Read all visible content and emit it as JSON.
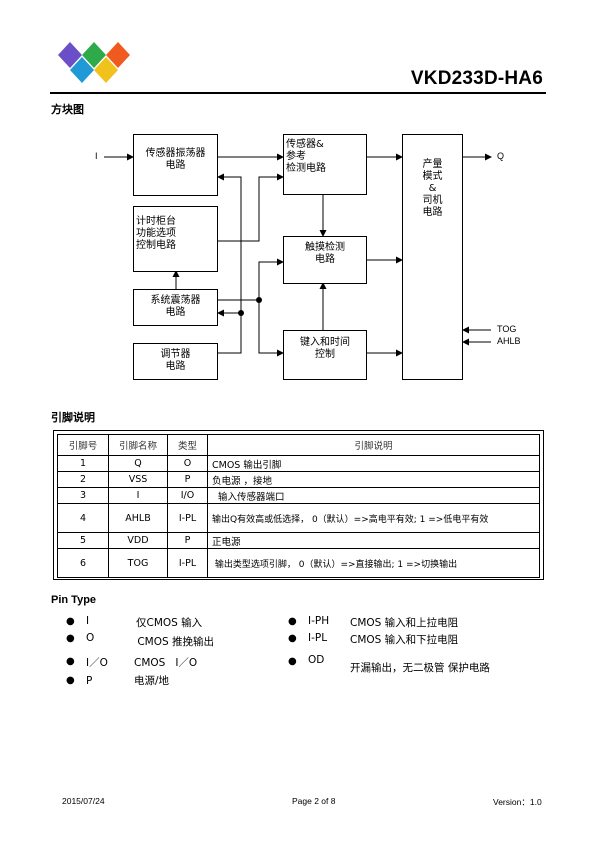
{
  "header": {
    "title": "VKD233D-HA6",
    "logo_colors": [
      "#6a4fc8",
      "#2faa4a",
      "#f05a1e",
      "#1f9ad6",
      "#f2c21c"
    ]
  },
  "block_diagram": {
    "heading": "方块图",
    "blocks": {
      "sensor_osc": [
        "传感器振荡器",
        "电路"
      ],
      "sensor_ref": [
        "传感器&",
        "参考",
        "检测电路"
      ],
      "output": [
        "产量",
        "模式",
        "&",
        "司机",
        "电路"
      ],
      "timer": [
        "计时柜台",
        "功能选项",
        "控制电路"
      ],
      "touch": [
        "触摸检测",
        "电路"
      ],
      "sys_osc": [
        "系统震荡器",
        "电路"
      ],
      "regulator": [
        "调节器",
        "电路"
      ],
      "key_time": [
        "键入和时间",
        "控制"
      ]
    },
    "pins": {
      "input": "I",
      "output": "Q",
      "tog": "TOG",
      "ahlb": "AHLB"
    }
  },
  "pin_description": {
    "heading": "引脚说明",
    "columns": [
      "引脚号",
      "引脚名称",
      "类型",
      "引脚说明"
    ],
    "rows": [
      [
        "1",
        "Q",
        "O",
        "CMOS 输出引脚"
      ],
      [
        "2",
        "VSS",
        "P",
        "负电源 ，接地"
      ],
      [
        "3",
        "I",
        "I/O",
        "  输入传感器端口"
      ],
      [
        "4",
        "AHLB",
        "I-PL",
        "输出Q有效高或低选择， 0（默认）=>高电平有效; 1 =>低电平有效"
      ],
      [
        "5",
        "VDD",
        "P",
        "正电源"
      ],
      [
        "6",
        "TOG",
        "I-PL",
        " 输出类型选项引脚， 0（默认）=>直接输出; 1 =>切换输出"
      ]
    ]
  },
  "pin_type": {
    "heading": "Pin Type",
    "left": [
      {
        "code": "I",
        "desc": "仅CMOS 输入"
      },
      {
        "code": "O",
        "desc": " CMOS 推挽输出"
      },
      {
        "code": "I／O",
        "desc": "CMOS   I／O"
      },
      {
        "code": "P",
        "desc": "电源/地"
      }
    ],
    "right": [
      {
        "code": "I-PH",
        "desc": "CMOS 输入和上拉电阻"
      },
      {
        "code": "I-PL",
        "desc": "CMOS 输入和下拉电阻"
      },
      {
        "code": "OD",
        "desc": "开漏输出，无二极管 保护电路"
      }
    ]
  },
  "footer": {
    "date": "2015/07/24",
    "page": "Page  2  of  8",
    "version": "Version：1.0"
  }
}
